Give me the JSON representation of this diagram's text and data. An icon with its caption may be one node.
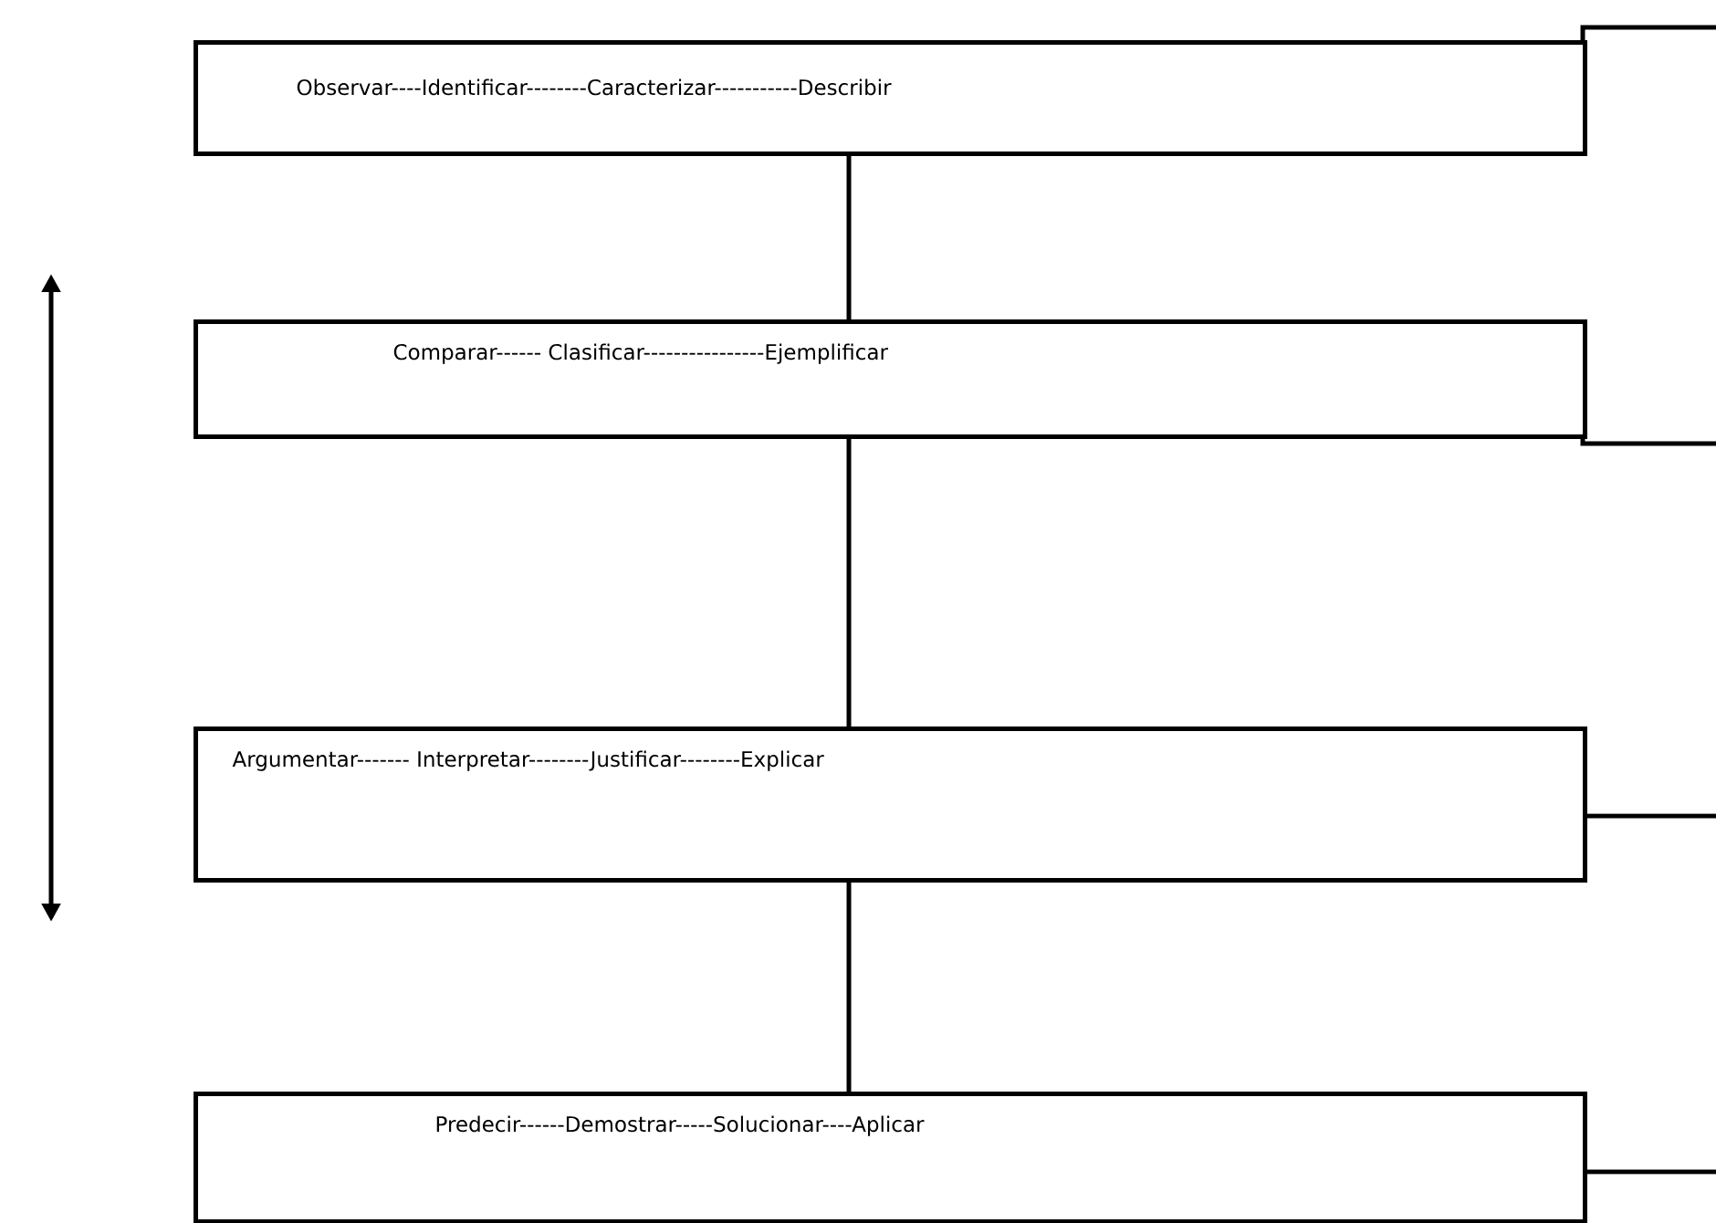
{
  "diagram": {
    "nodes": [
      {
        "text": [
          "Observar----Identificar--------Caracterizar-----------Describir"
        ]
      },
      {
        "text": [
          "Comparar------ Clasificar----------------Ejemplificar"
        ]
      },
      {
        "text": [
          "Argumentar------- Interpretar--------Justificar--------Explicar"
        ]
      },
      {
        "text": [
          "Predecir------Demostrar-----Solucionar----Aplicar"
        ]
      }
    ],
    "edges": [
      {
        "from": 0,
        "to": 1,
        "arrow": "none"
      },
      {
        "from": 1,
        "to": 2,
        "arrow": "none"
      },
      {
        "from": 2,
        "to": 3,
        "arrow": "none"
      }
    ]
  }
}
